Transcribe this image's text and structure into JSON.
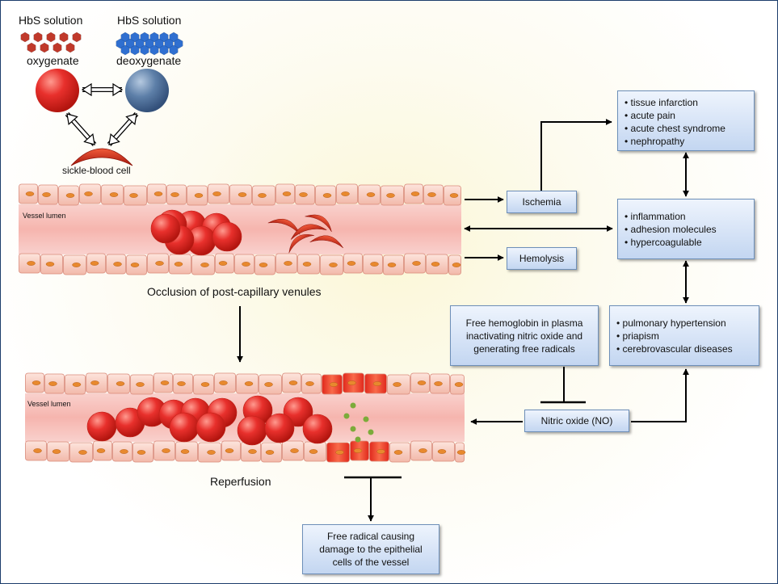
{
  "hbs_oxy": {
    "title": "HbS solution",
    "state": "oxygenate"
  },
  "hbs_deoxy": {
    "title": "HbS solution",
    "state": "deoxygenate"
  },
  "sickle_label": "sickle-blood cell",
  "vessel1": {
    "lumen_label": "Vessel lumen",
    "caption": "Occlusion of post-capillary venules"
  },
  "vessel2": {
    "lumen_label": "Vessel lumen",
    "caption": "Reperfusion"
  },
  "ischemia": "Ischemia",
  "hemolysis": "Hemolysis",
  "outcomes": [
    "tissue infarction",
    "acute pain",
    "acute chest syndrome",
    "nephropathy"
  ],
  "inflammation": [
    "inflammation",
    "adhesion molecules",
    "hypercoagulable"
  ],
  "vascular": [
    "pulmonary  hypertension",
    "priapism",
    "cerebrovascular  diseases"
  ],
  "free_hemoglobin": "Free hemoglobin in plasma inactivating nitric oxide and generating free radicals",
  "nitric_oxide": "Nitric oxide (NO)",
  "free_radical": "Free radical causing damage to the epithelial cells of the vessel",
  "colors": {
    "rbc": "#e8302c",
    "deoxy_cell": "#5d7fa8",
    "hex_oxy": "#c0392b",
    "hex_deoxy": "#2f6fd0",
    "endothelium": "#f7cfc4",
    "lumen": "#f8c2bd",
    "box_border": "#6d8fb9",
    "no_dots": "#7cab3a"
  }
}
